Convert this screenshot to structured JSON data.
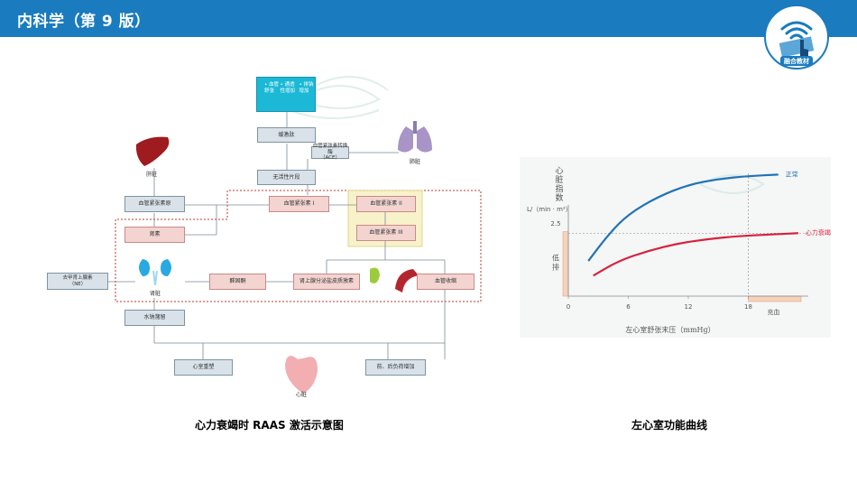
{
  "header": {
    "title": "内科学（第 9 版）"
  },
  "logo": {
    "text": "融合教材"
  },
  "diagram": {
    "caption": "心力衰竭时 RAAS 激活示意图",
    "effects": [
      "血管舒张",
      "通透性增加",
      "排钠增加"
    ],
    "boxes": {
      "bradykinin": "缓激肽",
      "ace": "血管紧张素转换酶\n（ACE）",
      "inactive": "无活性片段",
      "angiotensinogen": "血管紧张素原",
      "ang1": "血管紧张素 I",
      "ang2": "血管紧张素 II",
      "ang3": "血管紧张素 III",
      "renin": "肾素",
      "aldosterone": "醛固酮",
      "adrenal": "肾上腺分泌盐皮质激素",
      "vasoconstriction": "血管收缩",
      "norepinephrine": "去甲肾上腺素\n（NE）",
      "water_sodium": "水钠潴留",
      "remodeling": "心室重塑",
      "afterload": "前、后负荷增加"
    },
    "organs": {
      "liver": "肝脏",
      "lung": "肺脏",
      "kidney": "肾脏",
      "heart": "心脏"
    }
  },
  "chart_data": {
    "type": "line",
    "title": "",
    "caption": "左心室功能曲线",
    "xlabel": "左心室舒张末压（mmHg）",
    "ylabel_top": "心脏指数",
    "ylabel_unit": "L/（min · m²）",
    "x_ticks": [
      "0",
      "6",
      "12",
      "18"
    ],
    "y_ticks": [
      "2.5"
    ],
    "xlim": [
      0,
      24
    ],
    "ylim": [
      0,
      4.5
    ],
    "series": [
      {
        "name": "正常",
        "color": "#1f73b7",
        "x": [
          2,
          4,
          6,
          9,
          12,
          15,
          18,
          21
        ],
        "y": [
          1.2,
          2.1,
          2.8,
          3.4,
          3.8,
          4.0,
          4.1,
          4.15
        ]
      },
      {
        "name": "心力衰竭",
        "color": "#d6223f",
        "x": [
          2.5,
          5,
          8,
          11,
          14,
          17,
          20,
          23
        ],
        "y": [
          0.7,
          1.2,
          1.55,
          1.8,
          1.95,
          2.05,
          2.1,
          2.15
        ]
      }
    ],
    "regions": [
      {
        "label": "低排",
        "axis": "y",
        "from": 0,
        "to": 2.2
      },
      {
        "label": "充血",
        "axis": "x",
        "from": 18,
        "to": 24
      }
    ]
  },
  "colors": {
    "header": "#1a7bbf",
    "normal": "#1f73b7",
    "failure": "#d6223f",
    "region": "#f5d3bd"
  }
}
